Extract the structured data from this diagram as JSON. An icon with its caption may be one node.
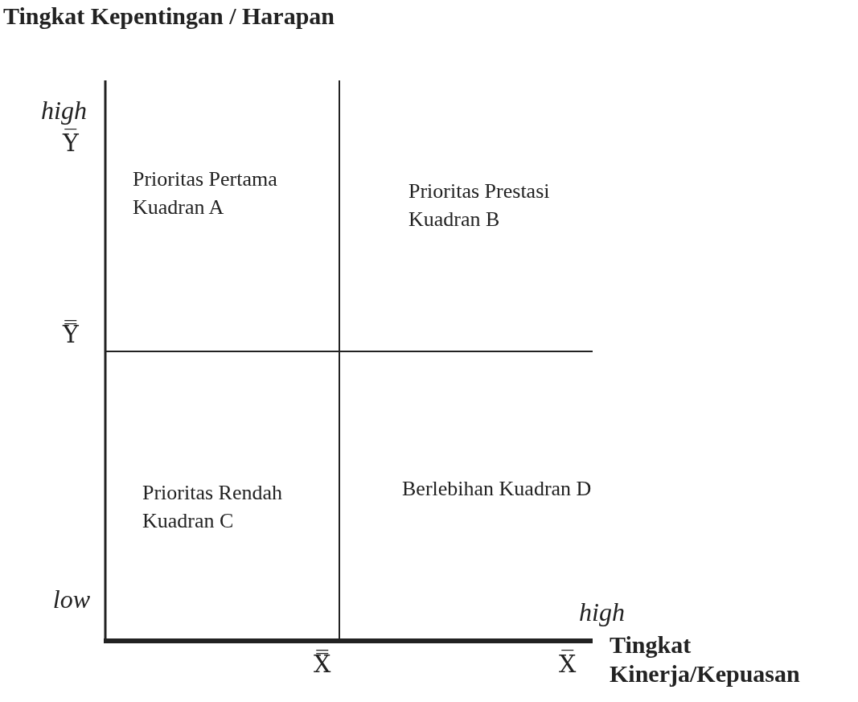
{
  "diagram": {
    "labels": [
      "Tingkat Kepentingan / Harapan",
      "high",
      "Y̅",
      "Prioritas Pertama Kuadran A",
      "Prioritas Prestasi Kuadran B",
      "Y̿",
      "Prioritas Rendah Kuadran C",
      "Berlebihan Kuadran D",
      "low",
      "high",
      "Tingkat Kinerja/Kepuasan",
      "X̿",
      "X̅"
    ]
  }
}
